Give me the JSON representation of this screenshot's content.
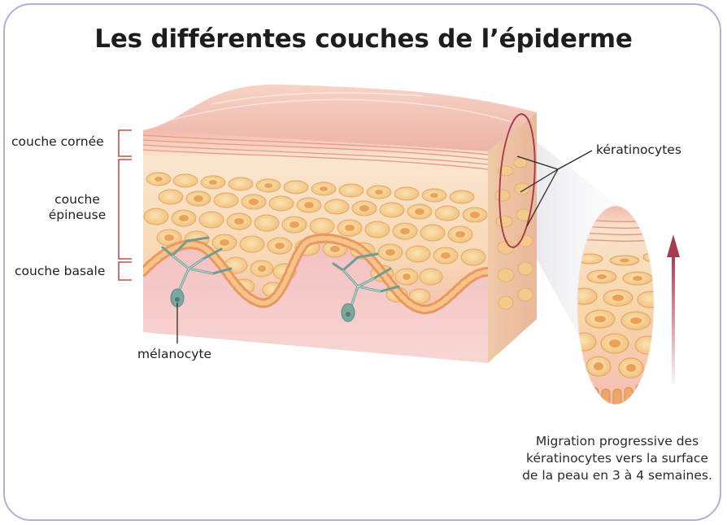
{
  "title": "Les différentes couches de l’épiderme",
  "labels": {
    "couche_cornee": "couche cornée",
    "couche_epineuse_line1": "couche",
    "couche_epineuse_line2": "épineuse",
    "couche_basale": "couche basale",
    "melanocyte": "mélanocyte",
    "keratinocytes": "kératinocytes"
  },
  "caption": {
    "line1": "Migration progressive des",
    "line2": "kératinocytes vers la surface",
    "line3": "de la peau en 3 à 4 semaines."
  },
  "colors": {
    "frame": "#b3aed8",
    "bracket": "#c0504d",
    "arrow": "#a83a4e",
    "skin_surface": "#f3c6bb",
    "cell_fill": "#f6d29a",
    "nucleus": "#e9a65a",
    "melanocyte": "#8fb5ad"
  }
}
